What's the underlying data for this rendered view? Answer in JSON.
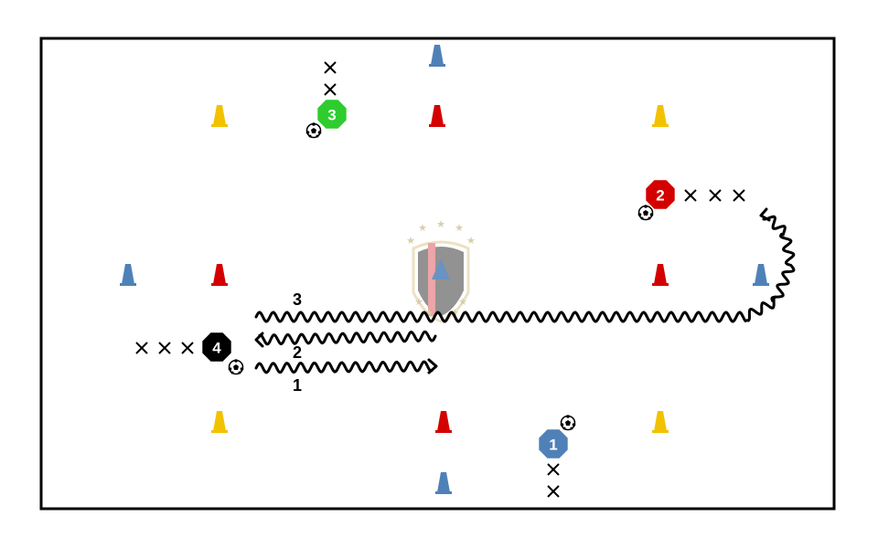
{
  "colors": {
    "blue": "#4f81b8",
    "yellow": "#f2c200",
    "red": "#d40000",
    "green": "#2ecc2e",
    "black": "#000000",
    "field_line": "#000000"
  },
  "players": [
    {
      "number": "1",
      "color": "blue"
    },
    {
      "number": "2",
      "color": "red"
    },
    {
      "number": "3",
      "color": "green"
    },
    {
      "number": "4",
      "color": "black"
    }
  ],
  "dribble_paths": [
    {
      "label": "1",
      "direction": "right"
    },
    {
      "label": "2",
      "direction": "left"
    },
    {
      "label": "3",
      "direction": "loop-back"
    }
  ],
  "cones": {
    "blue": 4,
    "yellow": 4,
    "red": 4
  },
  "watermark": {
    "text": "logo"
  }
}
